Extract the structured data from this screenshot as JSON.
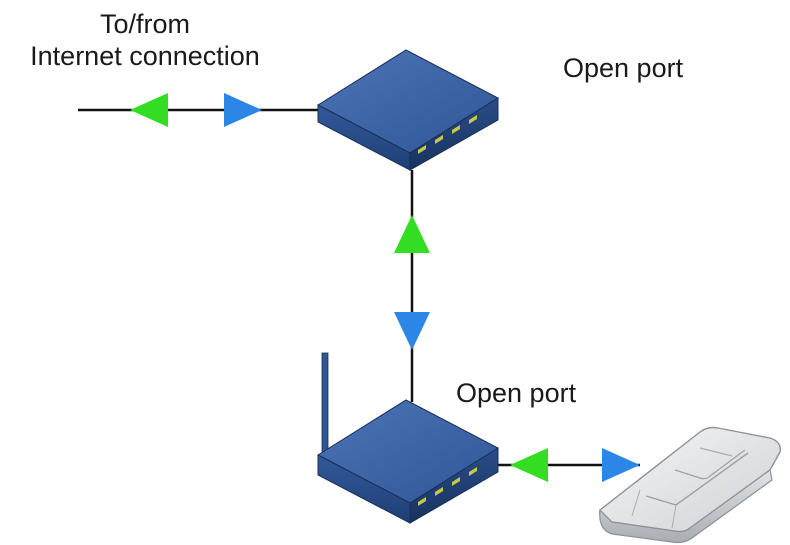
{
  "labels": {
    "internet_line1": "To/from",
    "internet_line2": "Internet connection",
    "open_port_top": "Open port",
    "open_port_bottom": "Open port"
  },
  "colors": {
    "arrow_green": "#33dd22",
    "arrow_blue": "#2b86e6",
    "router_top": "#3b62a0",
    "router_front": "#1e3f78",
    "router_side": "#2a4f8c",
    "led": "#c4c940",
    "line": "#111111",
    "game_device": "#dfe1e3"
  },
  "icons": [
    "modem-router",
    "wireless-router",
    "game-console",
    "bidirectional-arrows"
  ]
}
